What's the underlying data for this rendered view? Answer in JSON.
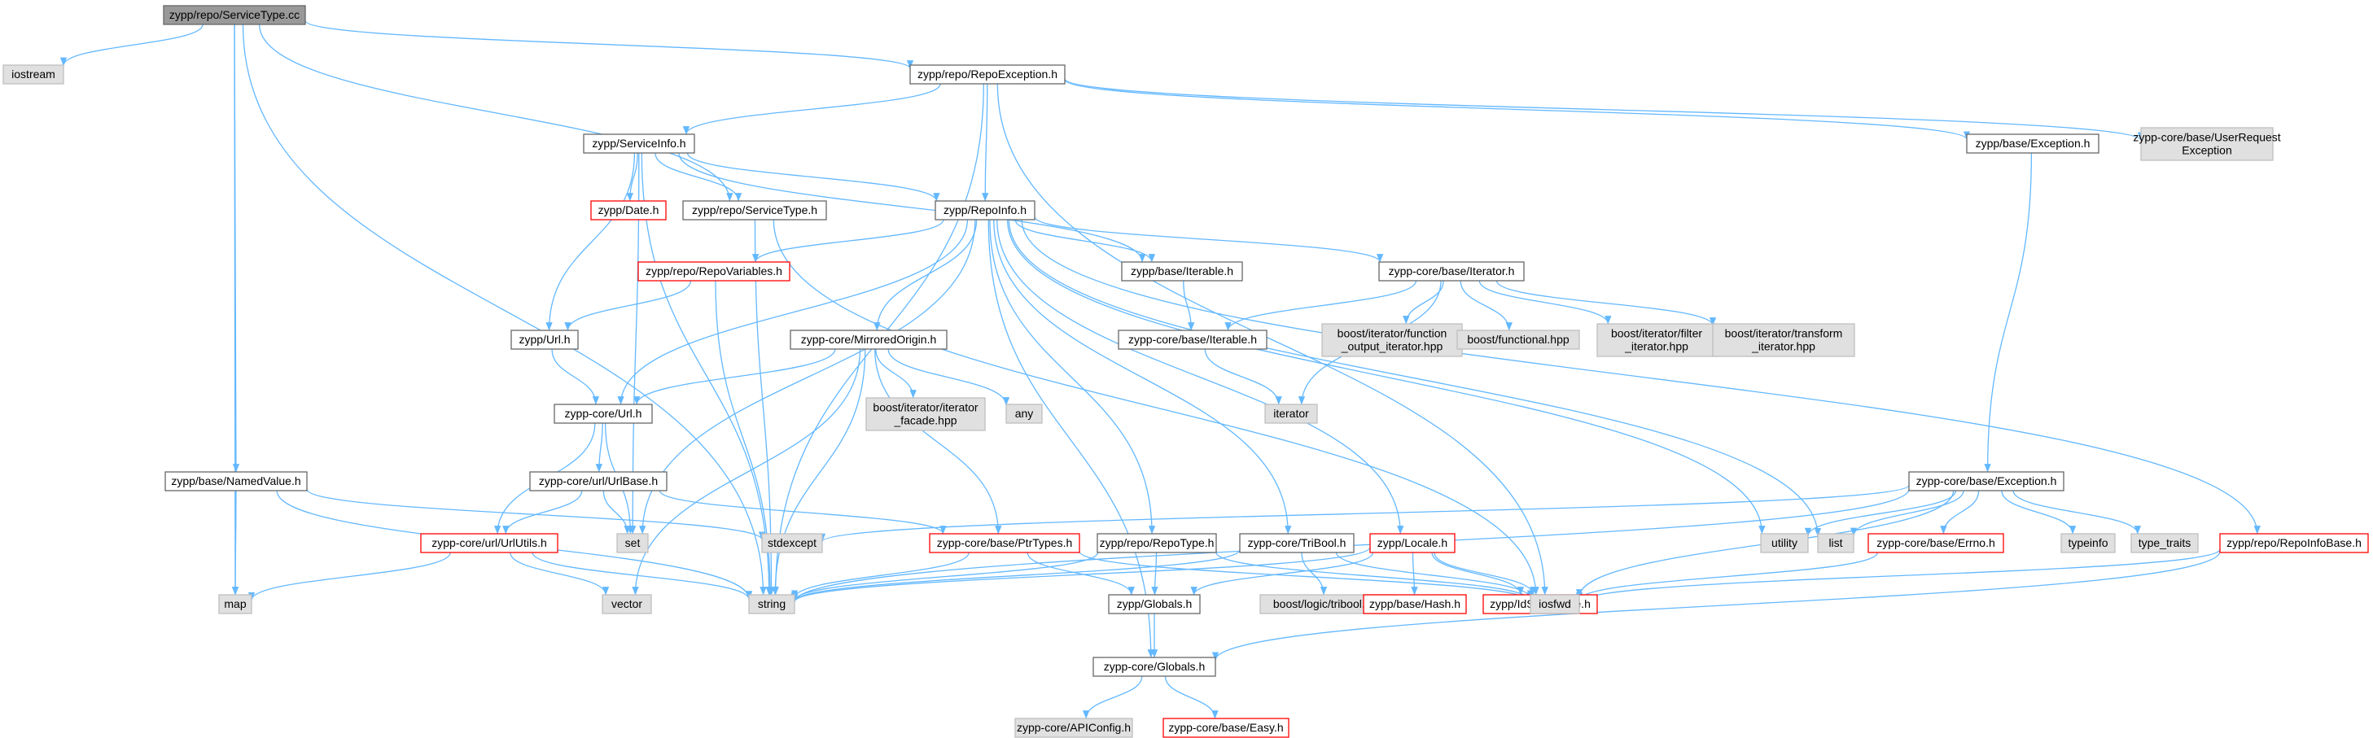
{
  "diagram_title": "",
  "colors": {
    "edge": "#63b8ff",
    "box_stroke_normal": "#666666",
    "box_stroke_external": "#bfbfbf",
    "box_stroke_highlight": "#ff0000",
    "fill_root": "#999999",
    "fill_system": "#e0e0e0",
    "fill_normal": "#ffffff"
  },
  "nodes": [
    {
      "id": "root",
      "lines": [
        "zypp/repo/ServiceType.cc"
      ],
      "kind": "root"
    },
    {
      "id": "iostream",
      "lines": [
        "iostream"
      ],
      "kind": "system"
    },
    {
      "id": "repoexception",
      "lines": [
        "zypp/repo/RepoException.h"
      ],
      "kind": "normal"
    },
    {
      "id": "serviceinfo",
      "lines": [
        "zypp/ServiceInfo.h"
      ],
      "kind": "normal"
    },
    {
      "id": "baseexception",
      "lines": [
        "zypp/base/Exception.h"
      ],
      "kind": "normal"
    },
    {
      "id": "userrequest",
      "lines": [
        "zypp-core/base/UserRequest",
        "Exception"
      ],
      "kind": "system"
    },
    {
      "id": "date",
      "lines": [
        "zypp/Date.h"
      ],
      "kind": "highlight"
    },
    {
      "id": "servicetype_h",
      "lines": [
        "zypp/repo/ServiceType.h"
      ],
      "kind": "normal"
    },
    {
      "id": "repoinfo",
      "lines": [
        "zypp/RepoInfo.h"
      ],
      "kind": "normal"
    },
    {
      "id": "repovariables",
      "lines": [
        "zypp/repo/RepoVariables.h"
      ],
      "kind": "highlight"
    },
    {
      "id": "base_iterable",
      "lines": [
        "zypp/base/Iterable.h"
      ],
      "kind": "normal"
    },
    {
      "id": "core_iterator",
      "lines": [
        "zypp-core/base/Iterator.h"
      ],
      "kind": "normal"
    },
    {
      "id": "url_h",
      "lines": [
        "zypp/Url.h"
      ],
      "kind": "normal"
    },
    {
      "id": "mirroredorigin",
      "lines": [
        "zypp-core/MirroredOrigin.h"
      ],
      "kind": "normal"
    },
    {
      "id": "core_iterable",
      "lines": [
        "zypp-core/base/Iterable.h"
      ],
      "kind": "normal"
    },
    {
      "id": "boost_fn_out",
      "lines": [
        "boost/iterator/function",
        "_output_iterator.hpp"
      ],
      "kind": "system"
    },
    {
      "id": "boost_functional",
      "lines": [
        "boost/functional.hpp"
      ],
      "kind": "system"
    },
    {
      "id": "boost_filter",
      "lines": [
        "boost/iterator/filter",
        "_iterator.hpp"
      ],
      "kind": "system"
    },
    {
      "id": "boost_transform",
      "lines": [
        "boost/iterator/transform",
        "_iterator.hpp"
      ],
      "kind": "system"
    },
    {
      "id": "core_url",
      "lines": [
        "zypp-core/Url.h"
      ],
      "kind": "normal"
    },
    {
      "id": "boost_facade",
      "lines": [
        "boost/iterator/iterator",
        "_facade.hpp"
      ],
      "kind": "system"
    },
    {
      "id": "any",
      "lines": [
        "any"
      ],
      "kind": "system"
    },
    {
      "id": "iterator",
      "lines": [
        "iterator"
      ],
      "kind": "system"
    },
    {
      "id": "namedvalue",
      "lines": [
        "zypp/base/NamedValue.h"
      ],
      "kind": "normal"
    },
    {
      "id": "urlbase",
      "lines": [
        "zypp-core/url/UrlBase.h"
      ],
      "kind": "normal"
    },
    {
      "id": "core_exception",
      "lines": [
        "zypp-core/base/Exception.h"
      ],
      "kind": "normal"
    },
    {
      "id": "urlutils",
      "lines": [
        "zypp-core/url/UrlUtils.h"
      ],
      "kind": "highlight"
    },
    {
      "id": "set",
      "lines": [
        "set"
      ],
      "kind": "system"
    },
    {
      "id": "stdexcept",
      "lines": [
        "stdexcept"
      ],
      "kind": "system"
    },
    {
      "id": "ptrtypes",
      "lines": [
        "zypp-core/base/PtrTypes.h"
      ],
      "kind": "highlight"
    },
    {
      "id": "repotype",
      "lines": [
        "zypp/repo/RepoType.h"
      ],
      "kind": "normal"
    },
    {
      "id": "tribool",
      "lines": [
        "zypp-core/TriBool.h"
      ],
      "kind": "normal"
    },
    {
      "id": "locale",
      "lines": [
        "zypp/Locale.h"
      ],
      "kind": "highlight"
    },
    {
      "id": "utility",
      "lines": [
        "utility"
      ],
      "kind": "system"
    },
    {
      "id": "list",
      "lines": [
        "list"
      ],
      "kind": "system"
    },
    {
      "id": "errno",
      "lines": [
        "zypp-core/base/Errno.h"
      ],
      "kind": "highlight"
    },
    {
      "id": "typeinfo",
      "lines": [
        "typeinfo"
      ],
      "kind": "system"
    },
    {
      "id": "type_traits",
      "lines": [
        "type_traits"
      ],
      "kind": "system"
    },
    {
      "id": "repoinfobase",
      "lines": [
        "zypp/repo/RepoInfoBase.h"
      ],
      "kind": "highlight"
    },
    {
      "id": "map",
      "lines": [
        "map"
      ],
      "kind": "system"
    },
    {
      "id": "vector",
      "lines": [
        "vector"
      ],
      "kind": "system"
    },
    {
      "id": "string",
      "lines": [
        "string"
      ],
      "kind": "system"
    },
    {
      "id": "zypp_globals",
      "lines": [
        "zypp/Globals.h"
      ],
      "kind": "normal"
    },
    {
      "id": "boost_tribool",
      "lines": [
        "boost/logic/tribool.hpp"
      ],
      "kind": "system"
    },
    {
      "id": "base_hash",
      "lines": [
        "zypp/base/Hash.h"
      ],
      "kind": "highlight"
    },
    {
      "id": "idstringtype",
      "lines": [
        "zypp/IdStringType.h"
      ],
      "kind": "highlight"
    },
    {
      "id": "iosfwd",
      "lines": [
        "iosfwd"
      ],
      "kind": "system"
    },
    {
      "id": "core_globals",
      "lines": [
        "zypp-core/Globals.h"
      ],
      "kind": "normal"
    },
    {
      "id": "apiconfig",
      "lines": [
        "zypp-core/APIConfig.h"
      ],
      "kind": "system"
    },
    {
      "id": "easy",
      "lines": [
        "zypp-core/base/Easy.h"
      ],
      "kind": "highlight"
    }
  ],
  "edges": [
    [
      "root",
      "iostream"
    ],
    [
      "root",
      "repoexception"
    ],
    [
      "root",
      "servicetype_h"
    ],
    [
      "root",
      "namedvalue"
    ],
    [
      "root",
      "map"
    ],
    [
      "root",
      "string"
    ],
    [
      "repoexception",
      "serviceinfo"
    ],
    [
      "repoexception",
      "repoinfo"
    ],
    [
      "repoexception",
      "baseexception"
    ],
    [
      "repoexception",
      "userrequest"
    ],
    [
      "repoexception",
      "iosfwd"
    ],
    [
      "repoexception",
      "string"
    ],
    [
      "baseexception",
      "core_exception"
    ],
    [
      "serviceinfo",
      "date"
    ],
    [
      "serviceinfo",
      "servicetype_h"
    ],
    [
      "serviceinfo",
      "repoinfo"
    ],
    [
      "serviceinfo",
      "url_h"
    ],
    [
      "serviceinfo",
      "base_iterable"
    ],
    [
      "serviceinfo",
      "set"
    ],
    [
      "serviceinfo",
      "string"
    ],
    [
      "servicetype_h",
      "iosfwd"
    ],
    [
      "servicetype_h",
      "string"
    ],
    [
      "repoinfo",
      "repovariables"
    ],
    [
      "repoinfo",
      "base_iterable"
    ],
    [
      "repoinfo",
      "core_iterator"
    ],
    [
      "repoinfo",
      "mirroredorigin"
    ],
    [
      "repoinfo",
      "core_url"
    ],
    [
      "repoinfo",
      "repotype"
    ],
    [
      "repoinfo",
      "tribool"
    ],
    [
      "repoinfo",
      "locale"
    ],
    [
      "repoinfo",
      "repoinfobase"
    ],
    [
      "repoinfo",
      "list"
    ],
    [
      "repoinfo",
      "set"
    ],
    [
      "repoinfo",
      "core_globals"
    ],
    [
      "repoinfo",
      "utility"
    ],
    [
      "repovariables",
      "url_h"
    ],
    [
      "repovariables",
      "string"
    ],
    [
      "base_iterable",
      "core_iterable"
    ],
    [
      "core_iterator",
      "core_iterable"
    ],
    [
      "core_iterator",
      "boost_fn_out"
    ],
    [
      "core_iterator",
      "boost_functional"
    ],
    [
      "core_iterator",
      "boost_filter"
    ],
    [
      "core_iterator",
      "boost_transform"
    ],
    [
      "core_iterator",
      "iterator"
    ],
    [
      "core_iterable",
      "iterator"
    ],
    [
      "url_h",
      "core_url"
    ],
    [
      "mirroredorigin",
      "core_url"
    ],
    [
      "mirroredorigin",
      "boost_facade"
    ],
    [
      "mirroredorigin",
      "any"
    ],
    [
      "mirroredorigin",
      "ptrtypes"
    ],
    [
      "mirroredorigin",
      "vector"
    ],
    [
      "mirroredorigin",
      "string"
    ],
    [
      "core_url",
      "urlbase"
    ],
    [
      "core_url",
      "urlutils"
    ],
    [
      "core_url",
      "set"
    ],
    [
      "urlbase",
      "urlutils"
    ],
    [
      "urlbase",
      "ptrtypes"
    ],
    [
      "urlbase",
      "set"
    ],
    [
      "urlutils",
      "map"
    ],
    [
      "urlutils",
      "vector"
    ],
    [
      "urlutils",
      "string"
    ],
    [
      "namedvalue",
      "map"
    ],
    [
      "namedvalue",
      "stdexcept"
    ],
    [
      "namedvalue",
      "string"
    ],
    [
      "core_exception",
      "stdexcept"
    ],
    [
      "core_exception",
      "utility"
    ],
    [
      "core_exception",
      "list"
    ],
    [
      "core_exception",
      "errno"
    ],
    [
      "core_exception",
      "typeinfo"
    ],
    [
      "core_exception",
      "type_traits"
    ],
    [
      "core_exception",
      "iosfwd"
    ],
    [
      "core_exception",
      "string"
    ],
    [
      "ptrtypes",
      "zypp_globals"
    ],
    [
      "ptrtypes",
      "iosfwd"
    ],
    [
      "ptrtypes",
      "string"
    ],
    [
      "repotype",
      "zypp_globals"
    ],
    [
      "repotype",
      "iosfwd"
    ],
    [
      "repotype",
      "string"
    ],
    [
      "tribool",
      "boost_tribool"
    ],
    [
      "tribool",
      "iosfwd"
    ],
    [
      "tribool",
      "string"
    ],
    [
      "locale",
      "zypp_globals"
    ],
    [
      "locale",
      "base_hash"
    ],
    [
      "locale",
      "idstringtype"
    ],
    [
      "locale",
      "iosfwd"
    ],
    [
      "locale",
      "string"
    ],
    [
      "errno",
      "iosfwd"
    ],
    [
      "repoinfobase",
      "iosfwd"
    ],
    [
      "repoinfobase",
      "core_globals"
    ],
    [
      "zypp_globals",
      "core_globals"
    ],
    [
      "core_globals",
      "apiconfig"
    ],
    [
      "core_globals",
      "easy"
    ]
  ]
}
